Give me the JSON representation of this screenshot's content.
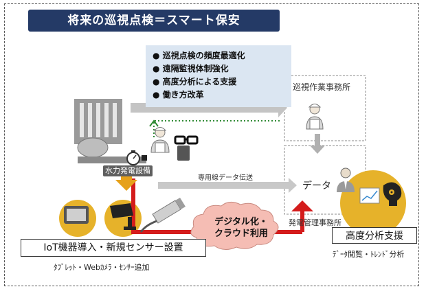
{
  "title": "将来の巡視点検＝スマート保安",
  "bullets": [
    "巡視点検の頻度最適化",
    "遠隔監視体制強化",
    "高度分析による支援",
    "働き方改革"
  ],
  "patrol_office": "巡視作業事務所",
  "data_label": "データ",
  "dedicated_line": "専用線データ伝送",
  "plant_label": "水力発電設備",
  "mgmt_office": "発電管理事務所",
  "cloud_line1": "デジタル化・",
  "cloud_line2": "クラウド利用",
  "iot_box": "IoT機器導入・新規センサー設置",
  "iot_caption": "ﾀﾌﾞﾚｯﾄ・Webｶﾒﾗ・ｾﾝｻｰ追加",
  "analysis_box": "高度分析支援",
  "analysis_caption": "ﾃﾞｰﾀ閲覧・ﾄﾚﾝﾄﾞ分析",
  "colors": {
    "title_bg": "#243a66",
    "bullet_bg": "#dbe6f2",
    "accent_red": "#d41c1c",
    "accent_gold": "#e6b22a",
    "arrow_gray": "#b5b5b5",
    "dotted_green": "#2f8a34"
  }
}
